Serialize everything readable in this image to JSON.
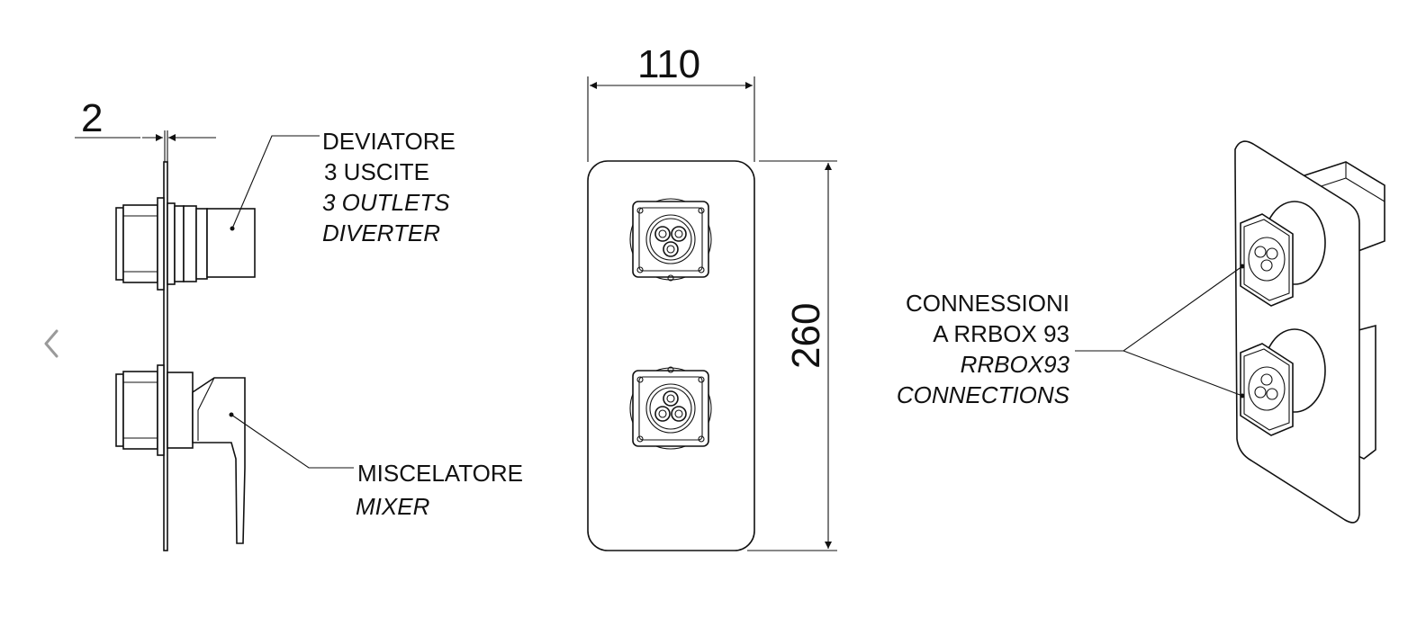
{
  "nav": {
    "prev_icon": "chevron-left-icon"
  },
  "side_view": {
    "thickness_dim": "2",
    "diverter_label": [
      "DEVIATORE",
      "3 USCITE",
      "3 OUTLETS",
      "DIVERTER"
    ],
    "mixer_label": [
      "MISCELATORE",
      "MIXER"
    ]
  },
  "front_view": {
    "width_dim": "110",
    "height_dim": "260"
  },
  "iso_view": {
    "connections_label": [
      "CONNESSIONI",
      "A RRBOX 93",
      "RRBOX93",
      "CONNECTIONS"
    ]
  },
  "colors": {
    "line": "#111111",
    "nav_icon": "#9a9a9a"
  }
}
